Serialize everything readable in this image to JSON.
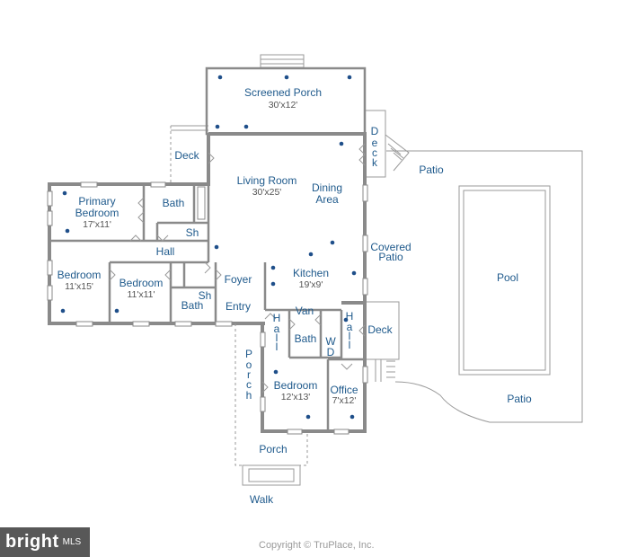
{
  "rooms": {
    "screened_porch": {
      "name": "Screened Porch",
      "dim": "30'x12'"
    },
    "deck_left": {
      "name": "Deck"
    },
    "deck_top_right": {
      "name": "Deck"
    },
    "patio_top": {
      "name": "Patio"
    },
    "living_room": {
      "name": "Living Room",
      "dim": "30'x25'"
    },
    "dining_area": {
      "line1": "Dining",
      "line2": "Area"
    },
    "primary_bedroom": {
      "line1": "Primary",
      "line2": "Bedroom",
      "dim": "17'x11'"
    },
    "bath_primary": {
      "name": "Bath"
    },
    "sh_primary": {
      "name": "Sh"
    },
    "hall_left": {
      "name": "Hall"
    },
    "covered_patio": {
      "line1": "Covered",
      "line2": "Patio"
    },
    "pool": {
      "name": "Pool"
    },
    "bedroom_left": {
      "name": "Bedroom",
      "dim": "11'x15'"
    },
    "bedroom_mid": {
      "name": "Bedroom",
      "dim": "11'x11'"
    },
    "foyer": {
      "name": "Foyer"
    },
    "sh_mid": {
      "name": "Sh"
    },
    "bath_mid": {
      "name": "Bath"
    },
    "kitchen": {
      "name": "Kitchen",
      "dim": "19'x9'"
    },
    "entry": {
      "name": "Entry"
    },
    "hall_center": {
      "name": "Hall"
    },
    "van": {
      "name": "Van"
    },
    "bath_center": {
      "name": "Bath"
    },
    "wd": {
      "name": "WD"
    },
    "hall_right": {
      "name": "Hall"
    },
    "deck_right": {
      "name": "Deck"
    },
    "porch_side": {
      "name": "Porch"
    },
    "bedroom_bottom": {
      "name": "Bedroom",
      "dim": "12'x13'"
    },
    "office": {
      "name": "Office",
      "dim": "7'x12'"
    },
    "patio_bottom": {
      "name": "Patio"
    },
    "porch_front": {
      "name": "Porch"
    },
    "walk": {
      "name": "Walk"
    }
  },
  "watermark": {
    "brand": "bright",
    "brand_suffix": "MLS"
  },
  "copyright": "Copyright © TruPlace, Inc."
}
